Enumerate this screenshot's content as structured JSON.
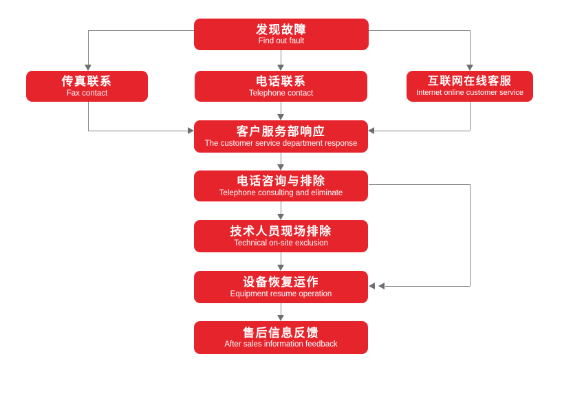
{
  "colors": {
    "box_bg": "#e6242c",
    "line_color": "#808285",
    "arrow_color": "#6d6e71",
    "text_color": "#ffffff",
    "page_bg": "#ffffff"
  },
  "nodes": {
    "find_fault": {
      "zh": "发现故障",
      "en": "Find out fault"
    },
    "fax": {
      "zh": "传真联系",
      "en": "Fax contact"
    },
    "telephone": {
      "zh": "电话联系",
      "en": "Telephone contact"
    },
    "internet": {
      "zh": "互联网在线客服",
      "en": "Internet online customer service"
    },
    "response": {
      "zh": "客户服务部响应",
      "en": "The customer service department response"
    },
    "consulting": {
      "zh": "电话咨询与排除",
      "en": "Telephone consulting and eliminate"
    },
    "technical": {
      "zh": "技术人员现场排除",
      "en": "Technical on-site exclusion"
    },
    "equipment": {
      "zh": "设备恢复运作",
      "en": "Equipment resume operation"
    },
    "feedback": {
      "zh": "售后信息反馈",
      "en": "After sales information feedback"
    }
  }
}
